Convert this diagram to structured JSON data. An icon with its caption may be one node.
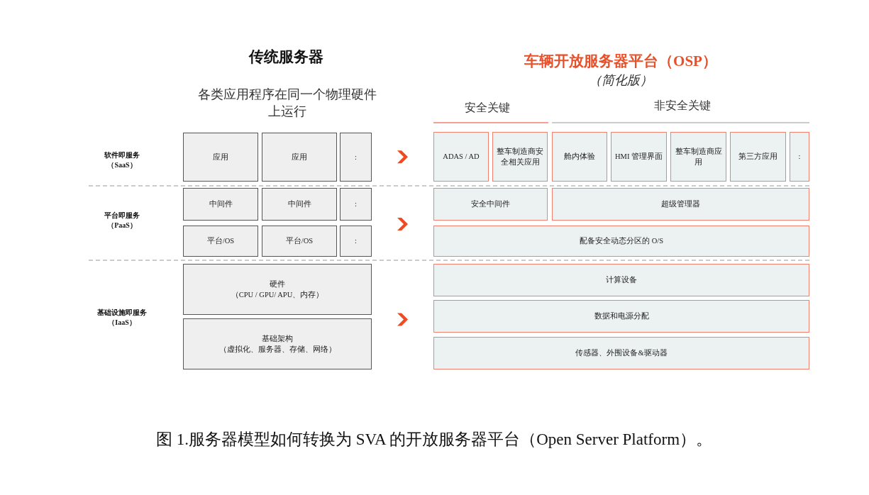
{
  "diagram": {
    "caption": "图 1.服务器模型如何转换为 SVA 的开放服务器平台（Open Server Platform）。",
    "nodes": [
      {
        "text": [
          "应用"
        ]
      },
      {
        "text": [
          "应用"
        ]
      },
      {
        "text": [
          ":"
        ]
      },
      {
        "text": [
          "中间件"
        ]
      },
      {
        "text": [
          "中间件"
        ]
      },
      {
        "text": [
          ":"
        ]
      },
      {
        "text": [
          "平台/OS"
        ]
      },
      {
        "text": [
          "平台/OS"
        ]
      },
      {
        "text": [
          ":"
        ]
      },
      {
        "text": [
          "硬件",
          "（CPU / GPU/ APU、内存）"
        ]
      },
      {
        "text": [
          "基础架构",
          "（虚拟化、服务器、存储、网络）"
        ]
      },
      {
        "text": [
          "ADAS / AD"
        ]
      },
      {
        "text": [
          "整车制造商安全相关应用"
        ]
      },
      {
        "text": [
          "舱内体验"
        ]
      },
      {
        "text": [
          "HMI 管理界面"
        ]
      },
      {
        "text": [
          "整车制造商应用"
        ]
      },
      {
        "text": [
          "第三方应用"
        ]
      },
      {
        "text": [
          ":"
        ]
      },
      {
        "text": [
          "安全中间件"
        ]
      },
      {
        "text": [
          "超级管理器"
        ]
      },
      {
        "text": [
          "配备安全动态分区的 O/S"
        ]
      },
      {
        "text": [
          "计算设备"
        ]
      },
      {
        "text": [
          "数据和电源分配"
        ]
      },
      {
        "text": [
          "传感器、外围设备&驱动器"
        ]
      }
    ],
    "edges": [
      {
        "from": 2,
        "to": 11,
        "arrow": "to"
      },
      {
        "from": 8,
        "to": 20,
        "arrow": "to"
      },
      {
        "from": 10,
        "to": 22,
        "arrow": "to"
      }
    ],
    "labels": [
      "传统服务器",
      "车辆开放服务器平台（OSP）",
      "（简化版）",
      "各类应用程序在同一个物理硬件上运行",
      "安全关键",
      "非安全关键",
      "软件即服务（SaaS）",
      "平台即服务（PaaS）",
      "基础设施即服务（IaaS）"
    ]
  }
}
